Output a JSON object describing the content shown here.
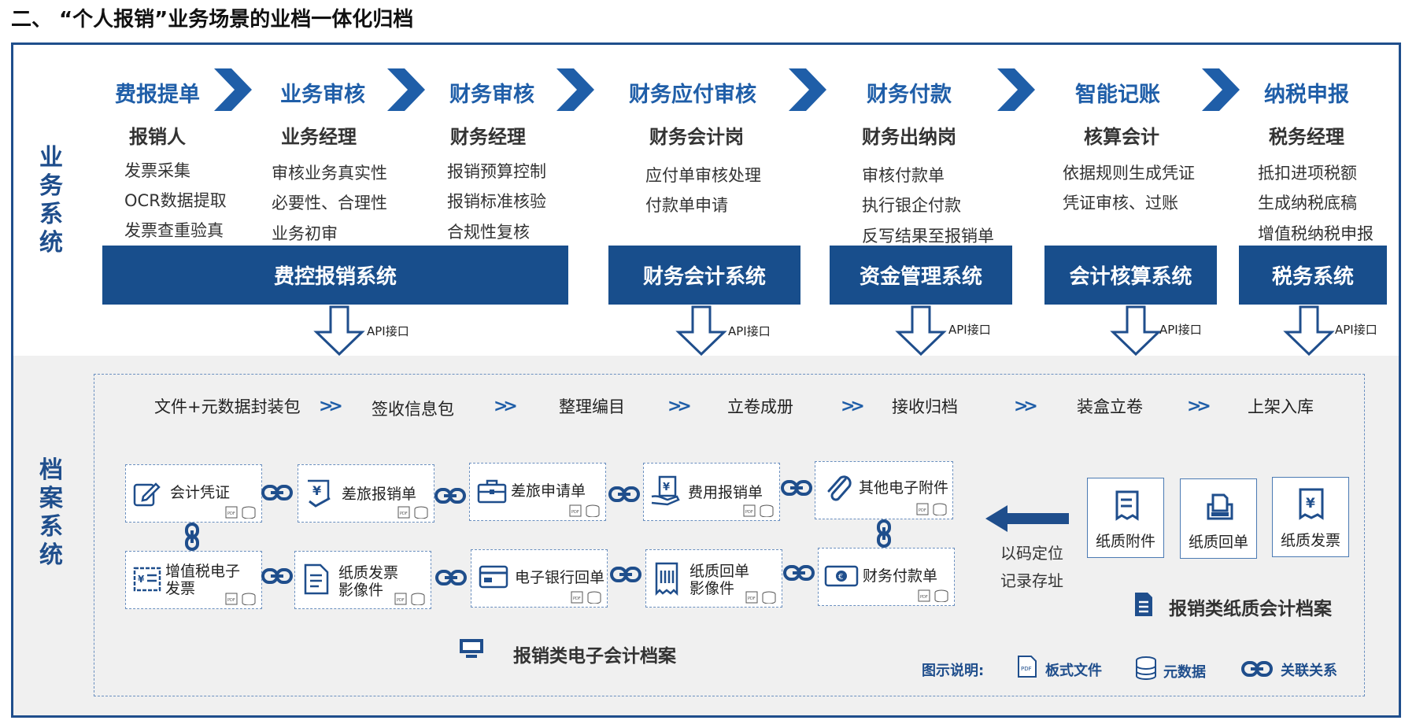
{
  "title": "二、 “个人报销”业务场景的业档一体化归档",
  "sections": {
    "business": "业务系统",
    "archive": "档案系统"
  },
  "steps": [
    {
      "title": "费报提单",
      "role": "报销人",
      "tasks": [
        "发票采集",
        "OCR数据提取",
        "发票查重验真"
      ]
    },
    {
      "title": "业务审核",
      "role": "业务经理",
      "tasks": [
        "审核业务真实性",
        "必要性、合理性",
        "业务初审"
      ]
    },
    {
      "title": "财务审核",
      "role": "财务经理",
      "tasks": [
        "报销预算控制",
        "报销标准核验",
        "合规性复核"
      ]
    },
    {
      "title": "财务应付审核",
      "role": "财务会计岗",
      "tasks": [
        "应付单审核处理",
        "付款单申请"
      ]
    },
    {
      "title": "财务付款",
      "role": "财务出纳岗",
      "tasks": [
        "审核付款单",
        "执行银企付款",
        "反写结果至报销单"
      ]
    },
    {
      "title": "智能记账",
      "role": "核算会计",
      "tasks": [
        "依据规则生成凭证",
        "凭证审核、过账"
      ]
    },
    {
      "title": "纳税申报",
      "role": "税务经理",
      "tasks": [
        "抵扣进项税额",
        "生成纳税底稿",
        "增值税纳税申报"
      ]
    }
  ],
  "systems": [
    "费控报销系统",
    "财务会计系统",
    "资金管理系统",
    "会计核算系统",
    "税务系统"
  ],
  "api_label": "API接口",
  "archive_flow": [
    "文件+元数据封装包",
    "签收信息包",
    "整理编目",
    "立卷成册",
    "接收归档",
    "装盒立卷",
    "上架入库"
  ],
  "flow_separator": ">>",
  "electronic_docs": {
    "row1": [
      "会计凭证",
      "差旅报销单",
      "差旅申请单",
      "费用报销单",
      "其他电子附件"
    ],
    "row2": [
      "增值税电子\n发票",
      "纸质发票\n影像件",
      "电子银行回单",
      "纸质回单\n影像件",
      "财务付款单"
    ],
    "caption": "报销类电子会计档案"
  },
  "paper_docs": {
    "items": [
      "纸质附件",
      "纸质回单",
      "纸质发票"
    ],
    "caption": "报销类纸质会计档案",
    "arrow_text": [
      "以码定位",
      "记录存址"
    ]
  },
  "legend": {
    "label": "图示说明:",
    "items": [
      "板式文件",
      "元数据",
      "关联关系"
    ]
  },
  "colors": {
    "primary": "#184e8c",
    "accent": "#1f5ea8"
  }
}
